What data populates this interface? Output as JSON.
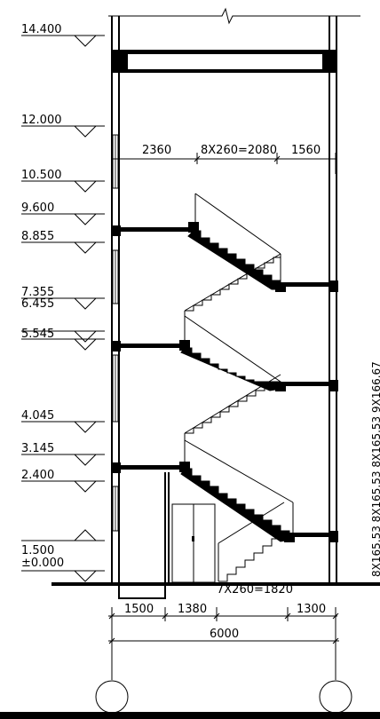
{
  "levels": [
    {
      "label": "14.400"
    },
    {
      "label": "12.000"
    },
    {
      "label": "10.500"
    },
    {
      "label": "9.600"
    },
    {
      "label": "8.855"
    },
    {
      "label": "7.355"
    },
    {
      "label": "6.455"
    },
    {
      "label": "5.545"
    },
    {
      "label": "4.045"
    },
    {
      "label": "3.145"
    },
    {
      "label": "2.400"
    },
    {
      "label": "1.500"
    },
    {
      "label": "±0.000"
    }
  ],
  "top_dims": {
    "left": "2360",
    "middle": "8X260=2080",
    "right": "1560"
  },
  "bottom_dims": {
    "a": "1500",
    "b": "1380",
    "c": "7X260=1820",
    "d": "1300",
    "total": "6000"
  },
  "side_note": "8X165.53 8X165.53 8X165.53 9X166.67"
}
